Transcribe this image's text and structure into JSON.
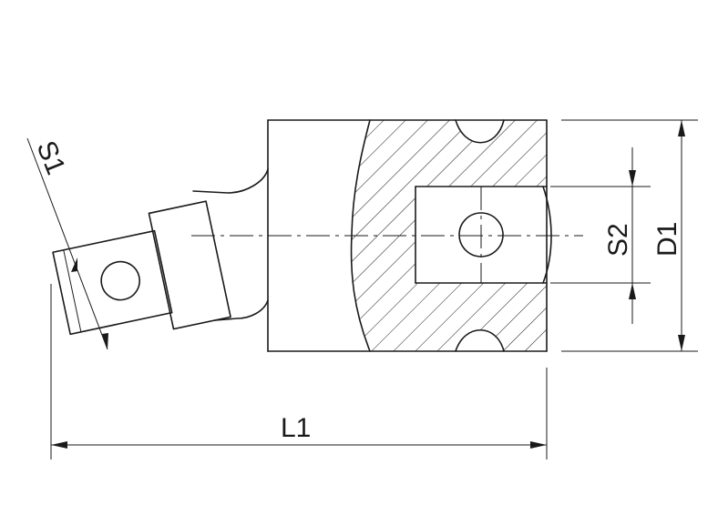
{
  "labels": {
    "s1": "S1",
    "s2": "S2",
    "d1": "D1",
    "l1": "L1"
  },
  "colors": {
    "line": "#1a1a1a",
    "background": "#ffffff"
  }
}
